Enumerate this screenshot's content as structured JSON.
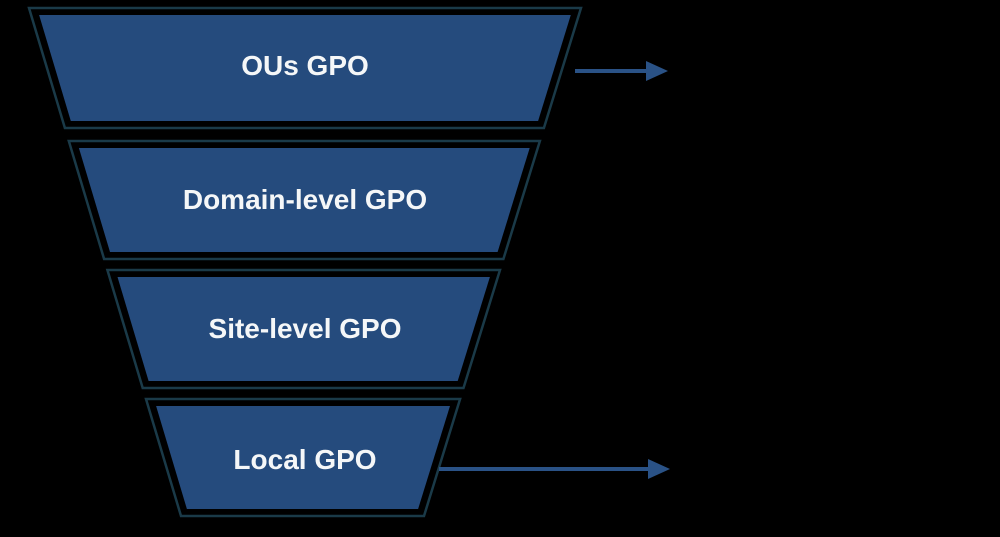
{
  "diagram": {
    "type": "inverted-funnel",
    "levels": [
      {
        "label": "OUs GPO",
        "has_right_arrow": true
      },
      {
        "label": "Domain-level GPO",
        "has_right_arrow": false
      },
      {
        "label": "Site-level GPO",
        "has_right_arrow": false
      },
      {
        "label": "Local GPO",
        "has_right_arrow": true
      }
    ],
    "arrows": [
      {
        "name": "top-right-arrow",
        "attached_to": "OUs GPO",
        "direction": "right"
      },
      {
        "name": "bottom-right-arrow",
        "attached_to": "Local GPO",
        "direction": "right"
      }
    ],
    "colors": {
      "background": "#000000",
      "level_fill": "#254B7D",
      "level_outline": "#1A3A48",
      "arrow": "#2A5286",
      "label_text": "#F5F7F8"
    }
  }
}
